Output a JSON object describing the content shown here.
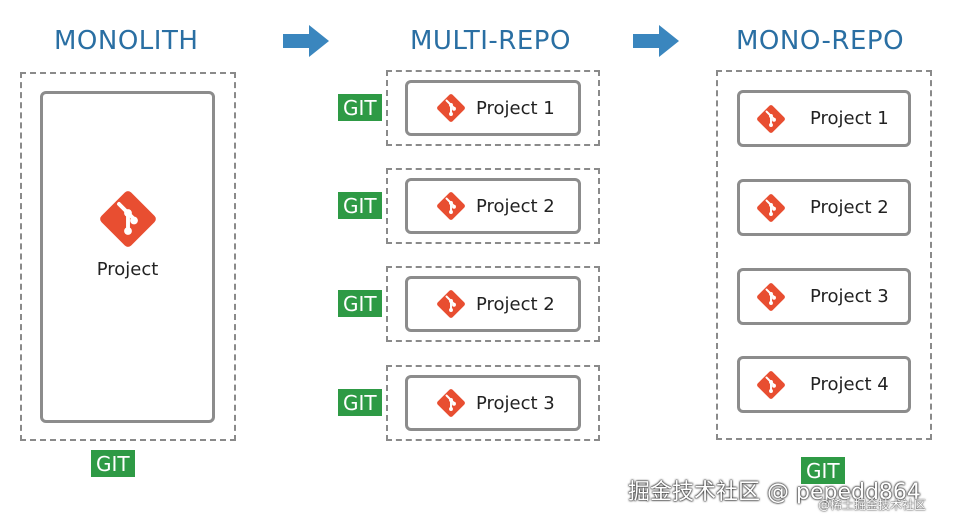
{
  "colors": {
    "title": "#2a6fa3",
    "arrow": "#3a86be",
    "git_badge": "#2e9a45",
    "git_logo": "#e84e31"
  },
  "monolith": {
    "title": "MONOLITH",
    "project": {
      "label": "Project",
      "icon": "git-logo-icon"
    },
    "git_badge": "GIT"
  },
  "multi_repo": {
    "title": "MULTI-REPO",
    "repos": [
      {
        "git_badge": "GIT",
        "project": "Project 1",
        "icon": "git-logo-icon"
      },
      {
        "git_badge": "GIT",
        "project": "Project 2",
        "icon": "git-logo-icon"
      },
      {
        "git_badge": "GIT",
        "project": "Project 2",
        "icon": "git-logo-icon"
      },
      {
        "git_badge": "GIT",
        "project": "Project 3",
        "icon": "git-logo-icon"
      }
    ]
  },
  "mono_repo": {
    "title": "MONO-REPO",
    "projects": [
      {
        "label": "Project 1",
        "icon": "git-logo-icon"
      },
      {
        "label": "Project 2",
        "icon": "git-logo-icon"
      },
      {
        "label": "Project 3",
        "icon": "git-logo-icon"
      },
      {
        "label": "Project 4",
        "icon": "git-logo-icon"
      }
    ],
    "git_badge": "GIT"
  },
  "watermark": {
    "main": "掘金技术社区 @ pepedd864",
    "sub": "@稀土掘金技术社区"
  }
}
